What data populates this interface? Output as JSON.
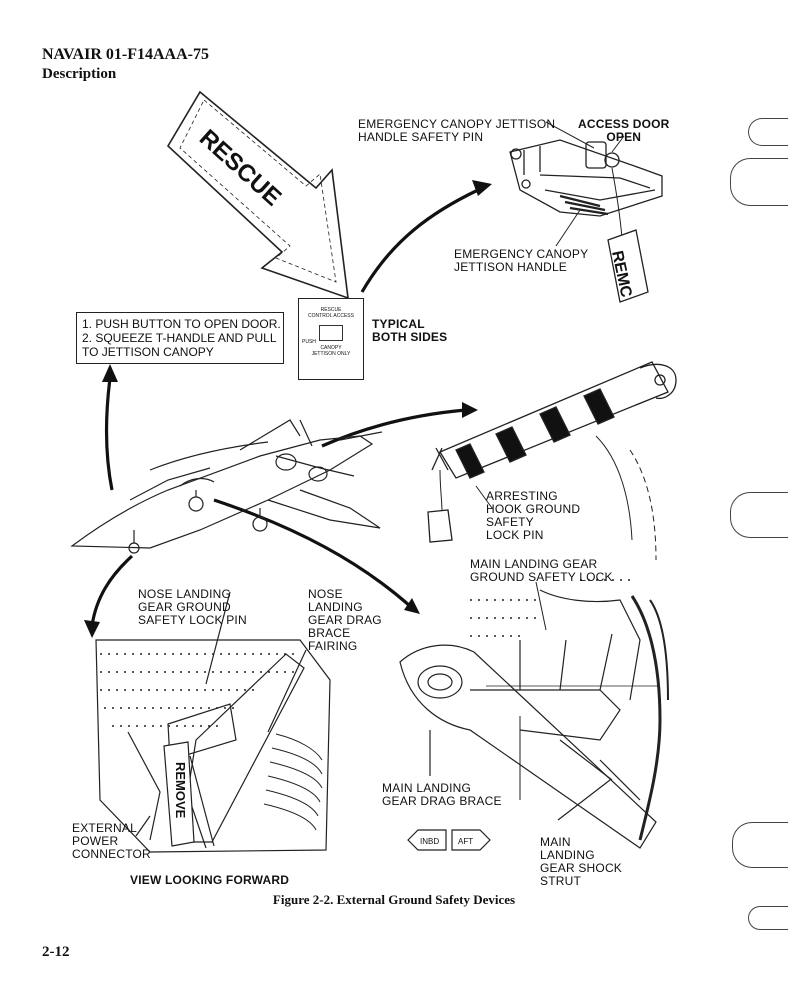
{
  "header": {
    "doc_id": "NAVAIR 01-F14AAA-75",
    "section": "Description"
  },
  "labels": {
    "rescue": "RESCUE",
    "canopy_pin": "EMERGENCY CANOPY JETTISON\nHANDLE SAFETY PIN",
    "access_door": "ACCESS DOOR\nOPEN",
    "canopy_handle": "EMERGENCY CANOPY\nJETTISON HANDLE",
    "remove_tag_top": "REMC",
    "instructions": "1. PUSH BUTTON TO OPEN DOOR.\n2. SQUEEZE T-HANDLE AND PULL\nTO JETTISON CANOPY",
    "typical": "TYPICAL\nBOTH SIDES",
    "placard_title": "RESCUE",
    "placard_sub": "CONTROL ACCESS",
    "placard_push": "PUSH",
    "placard_bottom": "CANOPY\nJETTISON ONLY",
    "arresting_hook": "ARRESTING\nHOOK GROUND\nSAFETY\nLOCK PIN",
    "main_gear_lock": "MAIN LANDING GEAR\nGROUND SAFETY LOCK",
    "nose_gear_pin": "NOSE LANDING\nGEAR GROUND\nSAFETY LOCK PIN",
    "nose_drag_brace": "NOSE\nLANDING\nGEAR DRAG\nBRACE\nFAIRING",
    "ext_power": "EXTERNAL\nPOWER\nCONNECTOR",
    "view_forward": "VIEW LOOKING FORWARD",
    "main_drag_brace": "MAIN LANDING\nGEAR DRAG BRACE",
    "inbd": "INBD",
    "aft": "AFT",
    "main_shock_strut": "MAIN\nLANDING\nGEAR SHOCK\nSTRUT",
    "remove_tag_nose": "REMOVE"
  },
  "caption": "Figure 2-2. External Ground Safety Devices",
  "page_number": "2-12"
}
